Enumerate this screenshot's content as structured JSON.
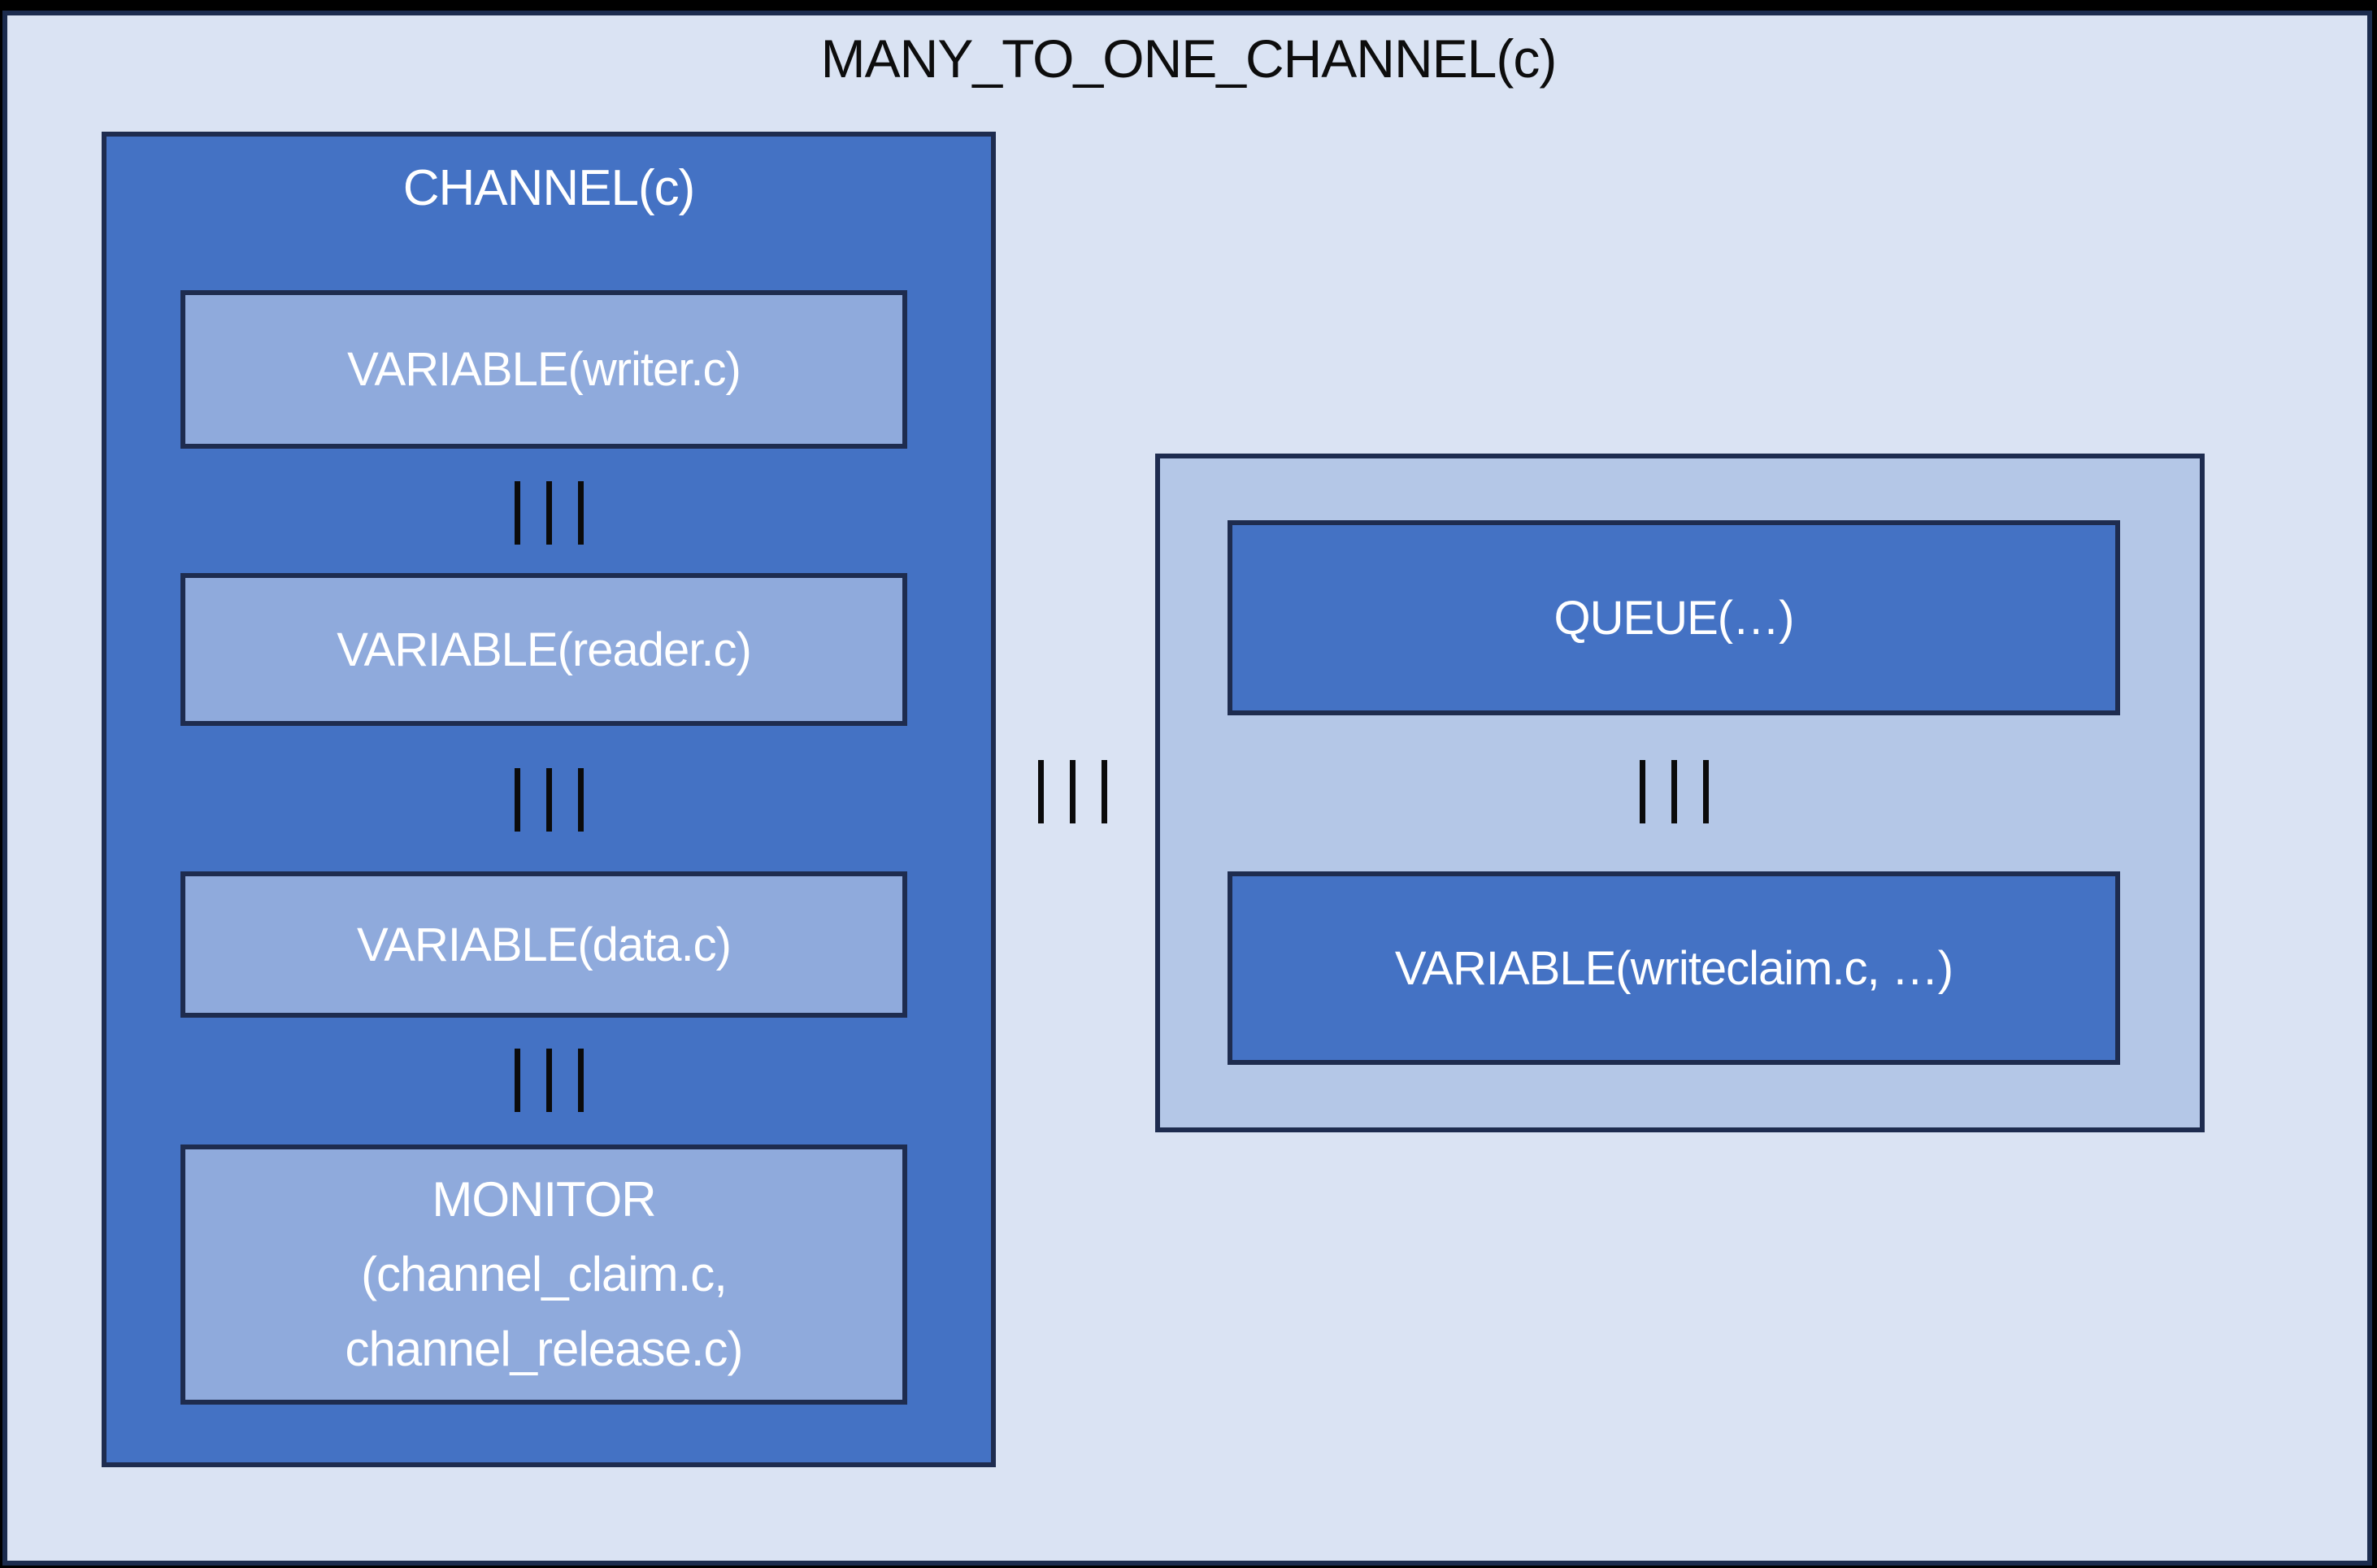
{
  "page": {
    "title": "MANY_TO_ONE_CHANNEL(c)"
  },
  "channel_group": {
    "title": "CHANNEL(c)",
    "variables": [
      {
        "label": "VARIABLE(writer.c)"
      },
      {
        "label": "VARIABLE(reader.c)"
      },
      {
        "label": "VARIABLE(data.c)"
      }
    ],
    "monitor": {
      "lines": [
        "MONITOR",
        "(channel_claim.c,",
        "channel_release.c)"
      ]
    }
  },
  "queue_group": {
    "queue_label": "QUEUE(…)",
    "variable_label": "VARIABLE(writeclaim.c, …)"
  },
  "icons": {
    "parallel_connector": "three-vertical-bars"
  },
  "colors": {
    "page_background": "#000000",
    "frame_fill": "#dae3f3",
    "frame_border": "#1c2c4e",
    "primary_blue": "#4472c4",
    "light_box_blue": "#8faadc",
    "queue_group_blue": "#b4c7e7",
    "box_border_navy": "#1e2c4f",
    "connector_black": "#0b0b0b",
    "label_text": "#ffffff",
    "title_text": "#0d0d0d"
  }
}
